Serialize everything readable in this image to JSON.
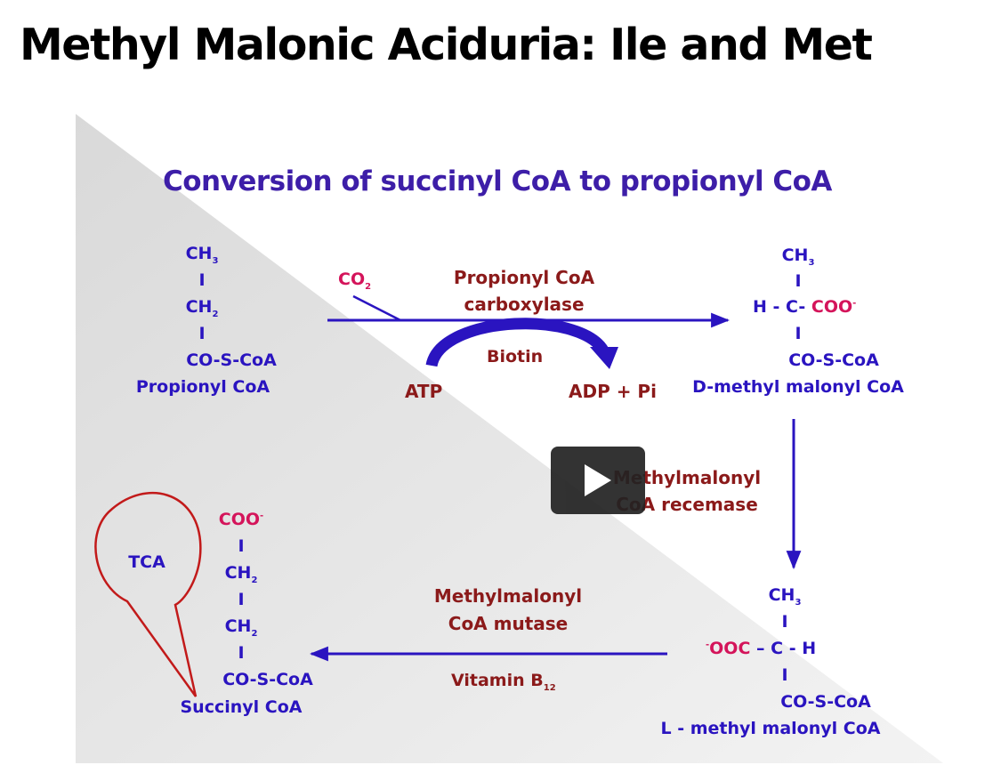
{
  "page_title": "Methyl Malonic Aciduria: Ile and Met",
  "slide": {
    "title": "Conversion of succinyl CoA to propionyl CoA",
    "propionyl": {
      "l1": "CH",
      "s1": "3",
      "bar1": "I",
      "l2": "CH",
      "s2": "2",
      "bar2": "I",
      "l3": "CO-S-CoA",
      "name": "Propionyl CoA"
    },
    "co2": {
      "text": "CO",
      "sub": "2"
    },
    "carboxylase": {
      "line1": "Propionyl CoA",
      "line2": "carboxylase"
    },
    "biotin": "Biotin",
    "atp": "ATP",
    "adp": "ADP + Pi",
    "d_methyl": {
      "l1": "CH",
      "s1": "3",
      "bar1": "I",
      "l2a": "H - C- ",
      "l2b": "COO",
      "l2sup": "-",
      "bar2": "I",
      "l3": "CO-S-CoA",
      "name": "D-methyl malonyl CoA"
    },
    "racemase": {
      "line1": "Methylmalonyl",
      "line2": "CoA recemase"
    },
    "l_methyl": {
      "l1": "CH",
      "s1": "3",
      "bar1": "I",
      "l2sup": "-",
      "l2a": "OOC",
      "l2b": " – C - H",
      "bar2": "I",
      "l3": "CO-S-CoA",
      "name": "L - methyl malonyl CoA"
    },
    "mutase": {
      "line1": "Methylmalonyl",
      "line2": "CoA mutase"
    },
    "vitamin": {
      "text": "Vitamin B",
      "sub": "12"
    },
    "succinyl": {
      "l1": "COO",
      "l1sup": "-",
      "bar1": "I",
      "l2": "CH",
      "s2": "2",
      "bar2": "I",
      "l3": "CH",
      "s3": "2",
      "bar3": "I",
      "l4": "CO-S-CoA",
      "name": "Succinyl CoA"
    },
    "tca": "TCA"
  },
  "play_button_icon": "play-icon"
}
